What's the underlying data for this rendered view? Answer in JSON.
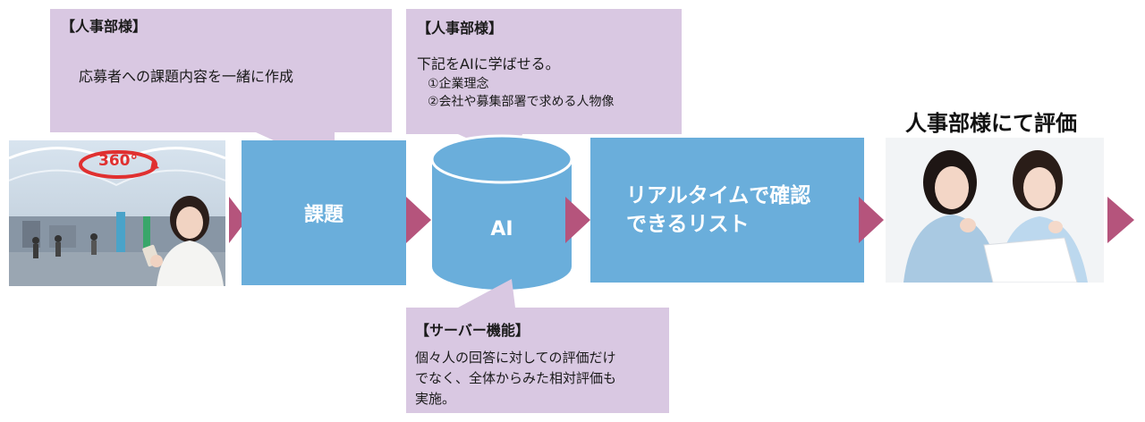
{
  "callout1": {
    "title": "【人事部様】",
    "text": "応募者への課題内容を一緒に作成"
  },
  "callout2": {
    "title": "【人事部様】",
    "line1": "下記をAIに学ばせる。",
    "line2": "①企業理念",
    "line3": "②会社や募集部署で求める人物像"
  },
  "callout3": {
    "title": "【サーバー機能】",
    "line1": "個々人の回答に対しての評価だけ",
    "line2": "でなく、全体からみた相対評価も",
    "line3": "実施。"
  },
  "photo1": {
    "badge": "360°"
  },
  "box_task": {
    "label": "課題"
  },
  "box_ai": {
    "label": "AI"
  },
  "box_list": {
    "line1": "リアルタイムで確認",
    "line2": "できるリスト"
  },
  "evaluation": {
    "title": "人事部様にて評価"
  },
  "colors": {
    "callout": "#d9c8e2",
    "box": "#6aaedb",
    "arrow": "#b5547c"
  }
}
